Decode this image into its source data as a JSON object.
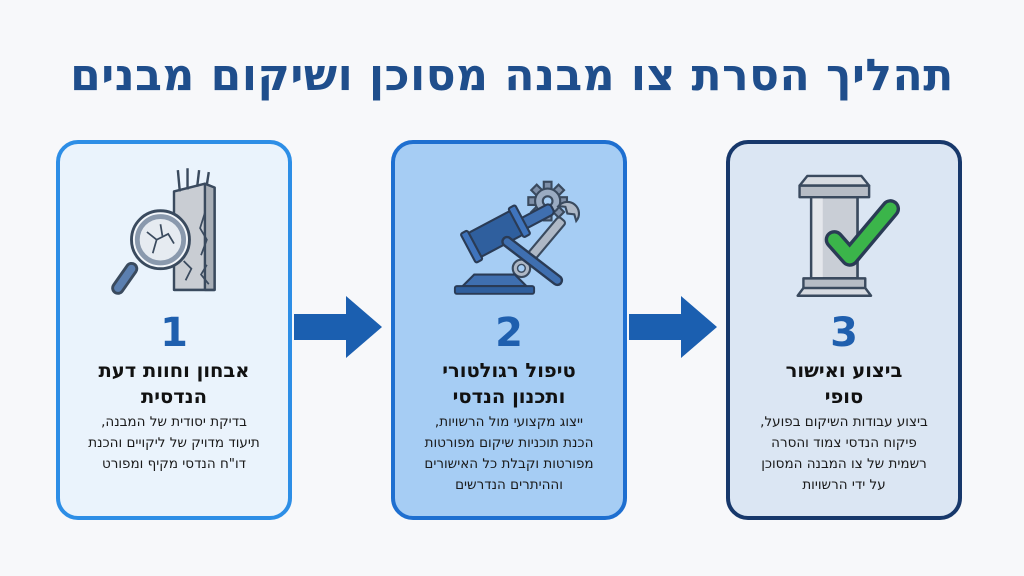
{
  "title": "תהליך הסרת צו מבנה מסוכן ושיקום מבנים",
  "steps": [
    {
      "number": "1",
      "heading": [
        "אבחון וחוות דעת",
        "הנדסית"
      ],
      "body": [
        "בדיקת יסודית של המבנה,",
        "תיעוד מדויק של ליקויים והכנת",
        "דו\"ח הנדסי מקיף ומפורט"
      ],
      "icon": "magnifier-cracked-column-icon"
    },
    {
      "number": "2",
      "heading": [
        "טיפול רגולטורי",
        "ותכנון הנדסי"
      ],
      "body": [
        "ייצוג מקצועי מול הרשויות,",
        "הכנת תוכניות שיקום מפורטות",
        "מפורטות וקבלת כל האישורים",
        "וההיתרים הנדרשים"
      ],
      "icon": "gavel-wrench-gear-icon"
    },
    {
      "number": "3",
      "heading": [
        "ביצוע ואישור",
        "סופי"
      ],
      "body": [
        "ביצוע עבודות השיקום בפועל,",
        "פיקוח הנדסי צמוד והסרה",
        "רשמית של צו המבנה המסוכן",
        "על ידי הרשויות"
      ],
      "icon": "column-checkmark-icon"
    }
  ],
  "colors": {
    "title": "#1f4e8c",
    "arrow": "#1b5fb0",
    "number": "#1f5fae",
    "check": "#3bb54a"
  }
}
